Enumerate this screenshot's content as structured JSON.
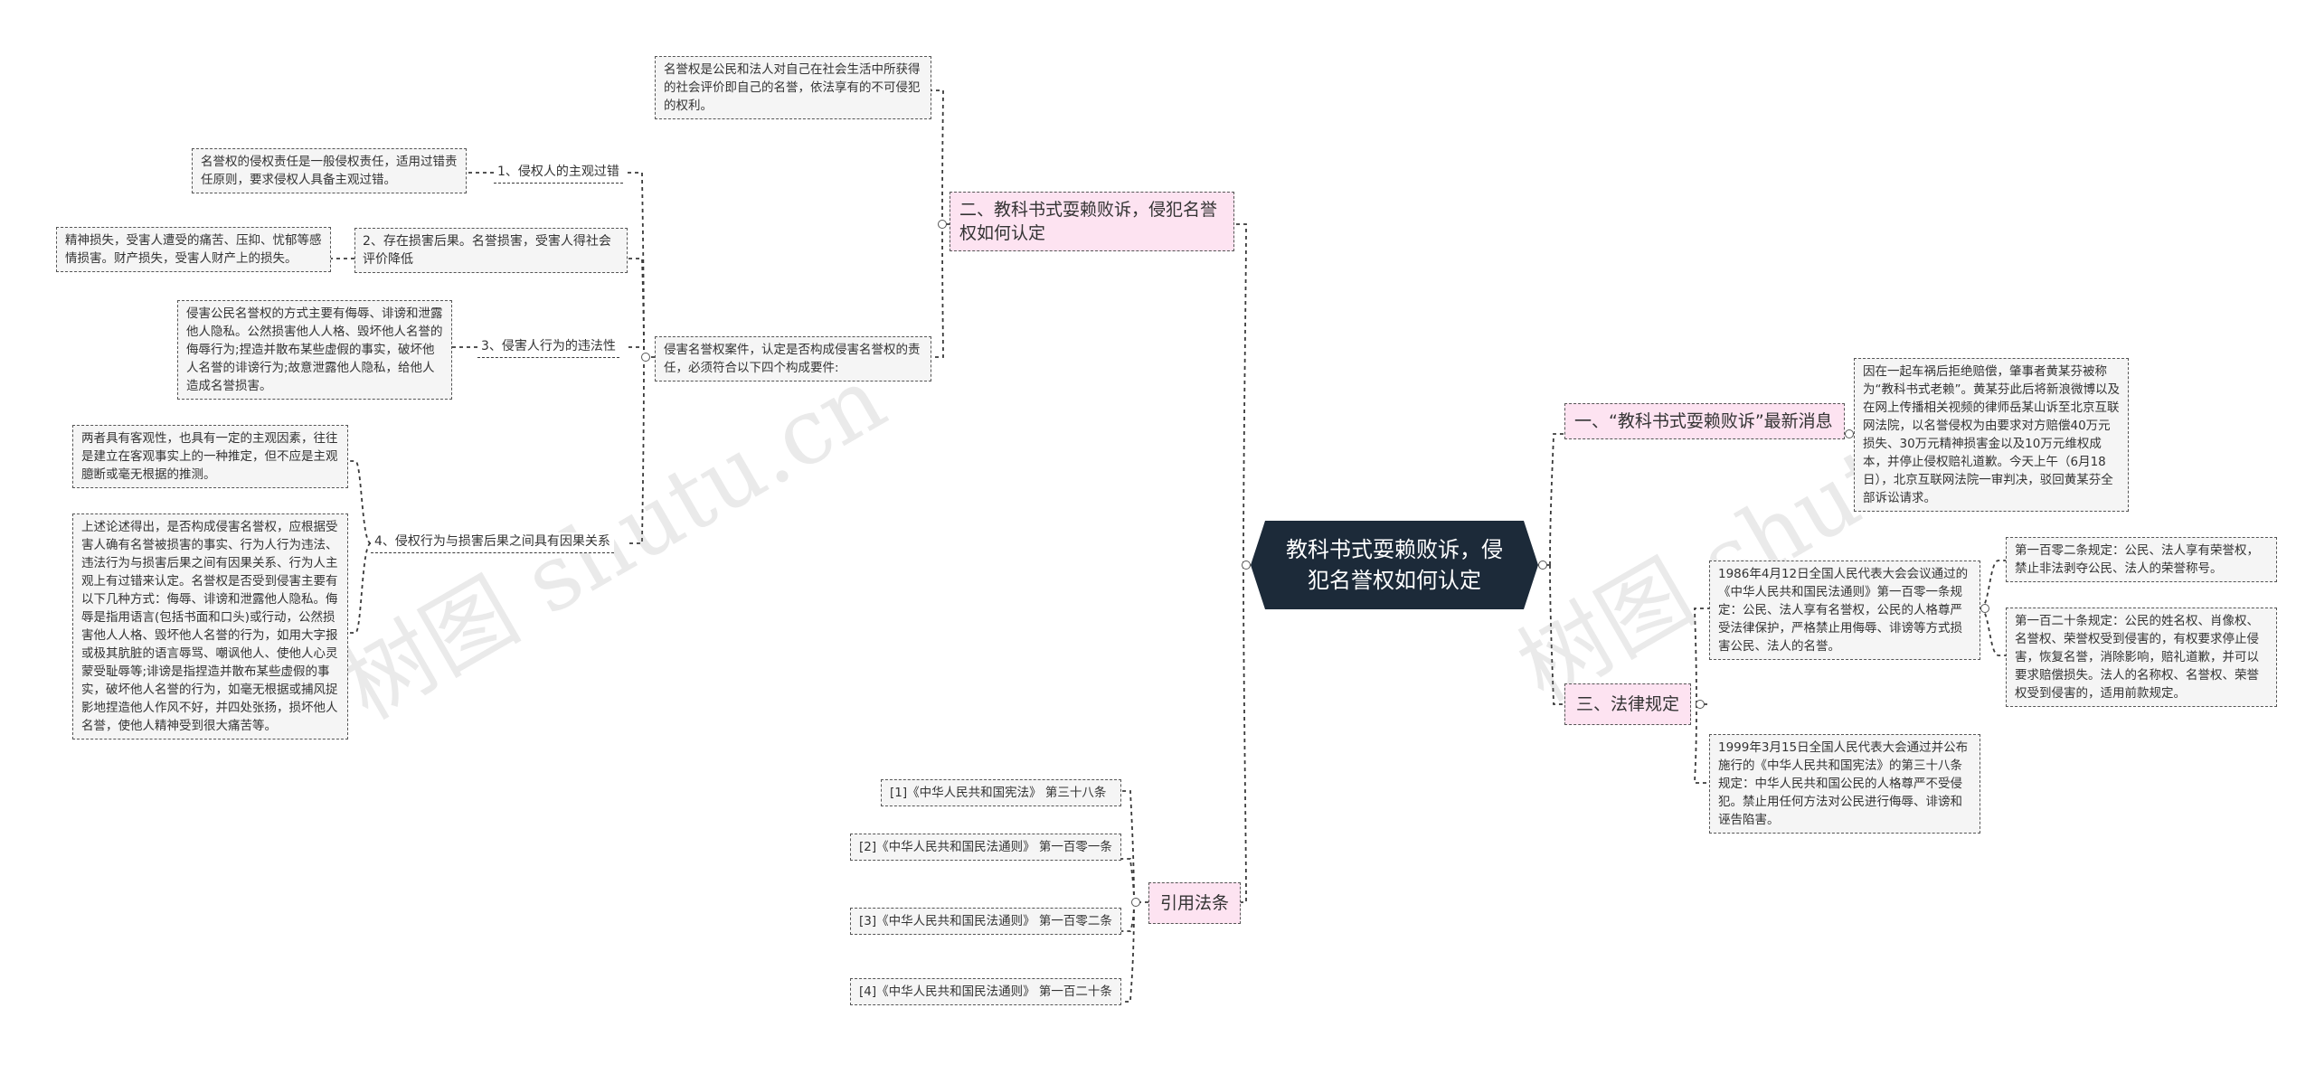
{
  "central": "教科书式耍赖败诉，侵犯名誉权如何认定",
  "sections": {
    "s1": "一、“教科书式耍赖败诉”最新消息",
    "s2": "二、教科书式耍赖败诉，侵犯名誉权如何认定",
    "s3": "三、法律规定",
    "s4": "引用法条"
  },
  "s1_text": "因在一起车祸后拒绝赔偿，肇事者黄某芬被称为“教科书式老赖”。黄某芬此后将新浪微博以及在网上传播相关视频的律师岳某山诉至北京互联网法院，以名誉侵权为由要求对方赔偿40万元损失、30万元精神损害金以及10万元维权成本，并停止侵权赔礼道歉。今天上午（6月18日），北京互联网法院一审判决，驳回黄某芬全部诉讼请求。",
  "s2_def": "名誉权是公民和法人对自己在社会生活中所获得的社会评价即自己的名誉，依法享有的不可侵犯的权利。",
  "s2_req": "侵害名誉权案件，认定是否构成侵害名誉权的责任，必须符合以下四个构成要件:",
  "elements": {
    "e1_label": "1、侵权人的主观过错",
    "e1_text": "名誉权的侵权责任是一般侵权责任，适用过错责任原则，要求侵权人具备主观过错。",
    "e2_label": "2、存在损害后果。名誉损害，受害人得社会评价降低",
    "e2_text": "精神损失，受害人遭受的痛苦、压抑、忧郁等感情损害。财产损失，受害人财产上的损失。",
    "e3_label": "3、侵害人行为的违法性",
    "e3_text": "侵害公民名誉权的方式主要有侮辱、诽谤和泄露他人隐私。公然损害他人人格、毁坏他人名誉的侮辱行为;捏造并散布某些虚假的事实，破坏他人名誉的诽谤行为;故意泄露他人隐私，给他人造成名誉损害。",
    "e4_label": "4、侵权行为与损害后果之间具有因果关系",
    "e4_text_a": "两者具有客观性，也具有一定的主观因素，往往是建立在客观事实上的一种推定，但不应是主观臆断或毫无根据的推测。",
    "e4_text_b": "上述论述得出，是否构成侵害名誉权，应根据受害人确有名誉被损害的事实、行为人行为违法、违法行为与损害后果之间有因果关系、行为人主观上有过错来认定。名誉权是否受到侵害主要有以下几种方式：侮辱、诽谤和泄露他人隐私。侮辱是指用语言(包括书面和口头)或行动，公然损害他人人格、毁坏他人名誉的行为，如用大字报或极其肮脏的语言辱骂、嘲讽他人、使他人心灵蒙受耻辱等;诽谤是指捏造并散布某些虚假的事实，破坏他人名誉的行为，如毫无根据或捕风捉影地捏造他人作风不好，并四处张扬，损坏他人名誉，使他人精神受到很大痛苦等。"
  },
  "law": {
    "l1": "1986年4月12日全国人民代表大会会议通过的《中华人民共和国民法通则》第一百零一条规定：公民、法人享有名誉权，公民的人格尊严受法律保护，严格禁止用侮辱、诽谤等方式损害公民、法人的名誉。",
    "l1a": "第一百零二条规定：公民、法人享有荣誉权，禁止非法剥夺公民、法人的荣誉称号。",
    "l1b": "第一百二十条规定：公民的姓名权、肖像权、名誉权、荣誉权受到侵害的，有权要求停止侵害，恢复名誉，消除影响，赔礼道歉，并可以要求赔偿损失。法人的名称权、名誉权、荣誉权受到侵害的，适用前款规定。",
    "l2": "1999年3月15日全国人民代表大会通过并公布施行的《中华人民共和国宪法》的第三十八条规定：中华人民共和国公民的人格尊严不受侵犯。禁止用任何方法对公民进行侮辱、诽谤和诬告陷害。"
  },
  "refs": [
    "[1]《中华人民共和国宪法》 第三十八条",
    "[2]《中华人民共和国民法通则》 第一百零一条",
    "[3]《中华人民共和国民法通则》 第一百零二条",
    "[4]《中华人民共和国民法通则》 第一百二十条"
  ],
  "watermark": "树图 shutu.cn"
}
